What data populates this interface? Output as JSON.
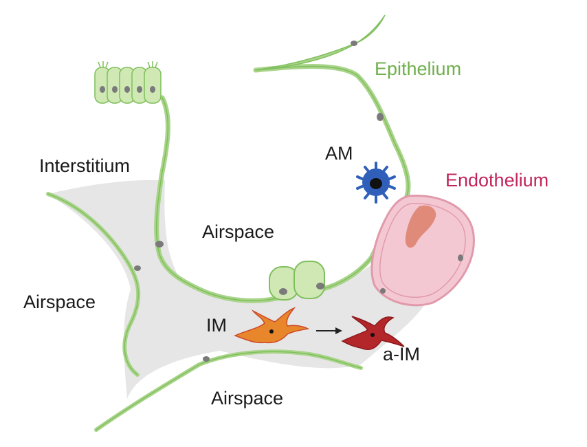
{
  "labels": {
    "epithelium": "Epithelium",
    "endothelium": "Endothelium",
    "interstitium": "Interstitium",
    "airspace_center": "Airspace",
    "airspace_left": "Airspace",
    "airspace_bottom": "Airspace",
    "am": "AM",
    "im": "IM",
    "a_im": "a-IM"
  },
  "colors": {
    "epithelium": "#a9d48a",
    "epithelium_stroke": "#7fbf5c",
    "interstitium": "#e6e6e6",
    "endothelium_fill": "#f4c8d2",
    "endothelium_stroke": "#e09aab",
    "am_cell": "#2f5fb8",
    "im_cell": "#e8862b",
    "a_im_cell": "#b3262a"
  }
}
